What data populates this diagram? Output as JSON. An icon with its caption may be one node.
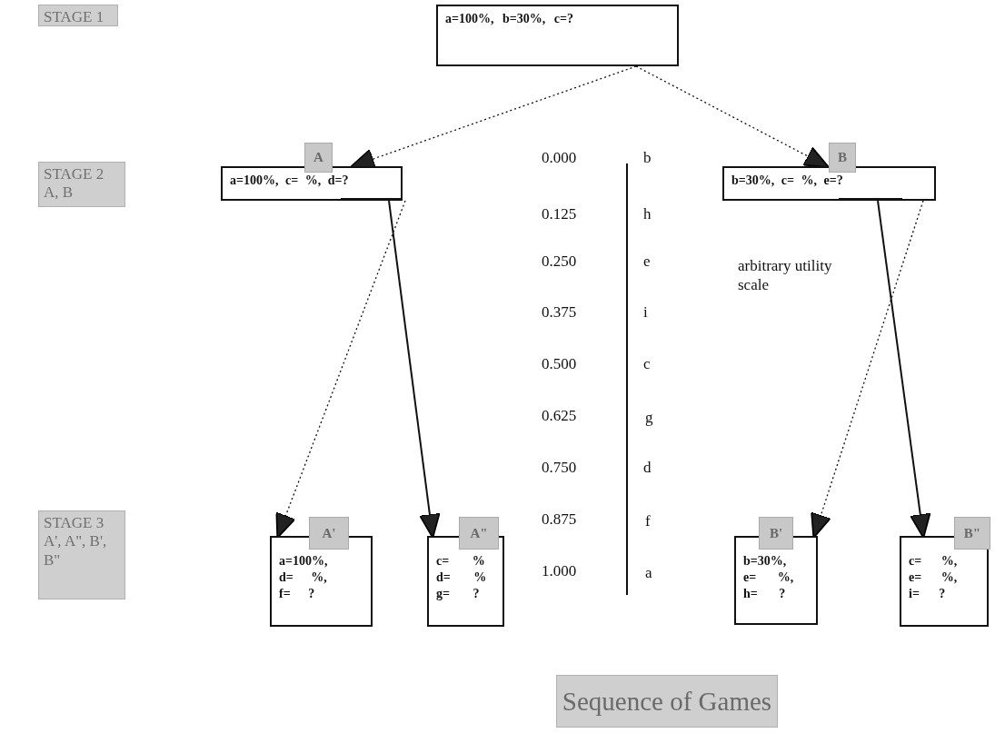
{
  "diagram": {
    "title": "Sequence of Games",
    "nodes": [
      {
        "text": [
          "a=100%, b=30%, c=?"
        ]
      },
      {
        "text": [
          "A",
          "a=100%, c= %, d=?"
        ]
      },
      {
        "text": [
          "B",
          "b=30%, c= %, e=?"
        ]
      },
      {
        "text": [
          "A'",
          "a=100%,",
          "d= %,",
          "f= ?"
        ]
      },
      {
        "text": [
          "A\"",
          "c= %",
          "d= %",
          "g= ?"
        ]
      },
      {
        "text": [
          "B'",
          "b=30%,",
          "e= %,",
          "h= ?"
        ]
      },
      {
        "text": [
          "B\"",
          "c= %,",
          "e= %,",
          "i= ?"
        ]
      },
      {
        "text": [
          "STAGE 1"
        ]
      },
      {
        "text": [
          "STAGE 2",
          "A, B"
        ]
      },
      {
        "text": [
          "STAGE 3",
          "A', A\", B', B\""
        ]
      }
    ],
    "edges": [
      {
        "from": 0,
        "to": 1,
        "arrow": "to",
        "style": "dashed"
      },
      {
        "from": 0,
        "to": 2,
        "arrow": "to",
        "style": "dashed"
      },
      {
        "from": 1,
        "to": 3,
        "arrow": "to",
        "style": "dashed"
      },
      {
        "from": 1,
        "to": 4,
        "arrow": "to"
      },
      {
        "from": 2,
        "to": 5,
        "arrow": "to",
        "style": "dashed"
      },
      {
        "from": 2,
        "to": 6,
        "arrow": "to"
      }
    ],
    "labels": [
      "0.000",
      "b",
      "0.125",
      "h",
      "0.250",
      "e",
      "0.375",
      "i",
      "arbitrary utility scale",
      "0.500",
      "c",
      "0.625",
      "g",
      "0.750",
      "d",
      "0.875",
      "f",
      "1.000",
      "a"
    ]
  }
}
